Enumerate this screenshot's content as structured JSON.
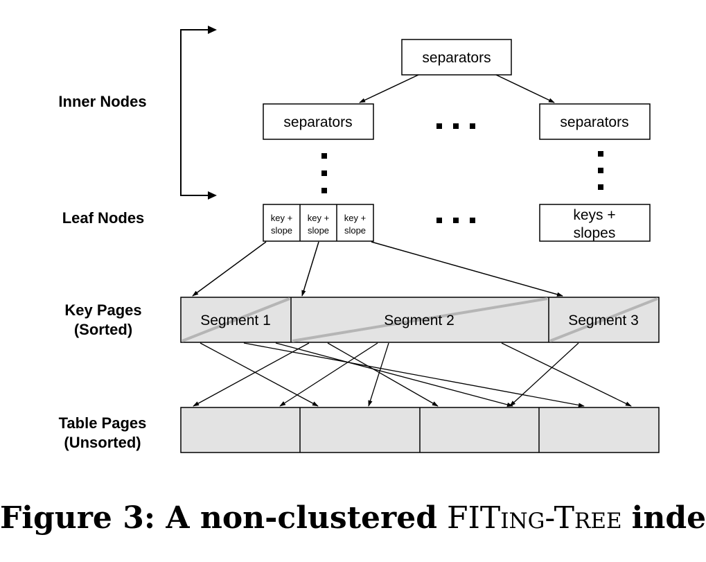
{
  "colors": {
    "line": "#000000",
    "page_fill": "#e3e3e3",
    "diagonal": "#b5b5b5",
    "box_fill": "#ffffff"
  },
  "row_labels": {
    "inner": "Inner Nodes",
    "leaf": "Leaf Nodes",
    "key_pages_1": "Key Pages",
    "key_pages_2": "(Sorted)",
    "table_pages_1": "Table Pages",
    "table_pages_2": "(Unsorted)"
  },
  "nodes": {
    "root": "separators",
    "inner_left": "separators",
    "inner_right": "separators",
    "leaf_cells": [
      {
        "line1": "key +",
        "line2": "slope"
      },
      {
        "line1": "key +",
        "line2": "slope"
      },
      {
        "line1": "key +",
        "line2": "slope"
      }
    ],
    "leaf_right_1": "keys +",
    "leaf_right_2": "slopes"
  },
  "segments": [
    "Segment 1",
    "Segment 2",
    "Segment 3"
  ],
  "caption": {
    "figure": "Figure 3: A non-clustered",
    "name1": "FIT",
    "name2": "ing",
    "name3": "-T",
    "name4": "ree",
    "tail": "index."
  }
}
